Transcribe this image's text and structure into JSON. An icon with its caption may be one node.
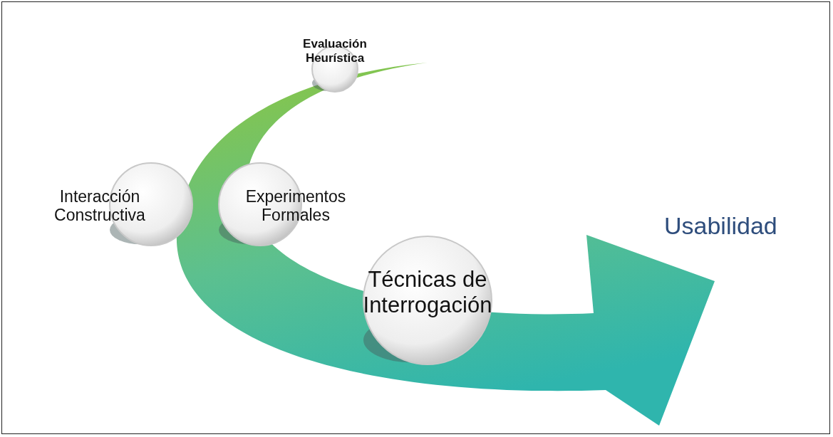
{
  "diagram": {
    "nodes": [
      {
        "text": [
          "Evaluación Heurística"
        ]
      },
      {
        "text": [
          "Interacción Constructiva"
        ]
      },
      {
        "text": [
          "Experimentos Formales"
        ]
      },
      {
        "text": [
          "Técnicas de Interrogación"
        ]
      }
    ],
    "labels": [
      "Usabilidad"
    ]
  }
}
